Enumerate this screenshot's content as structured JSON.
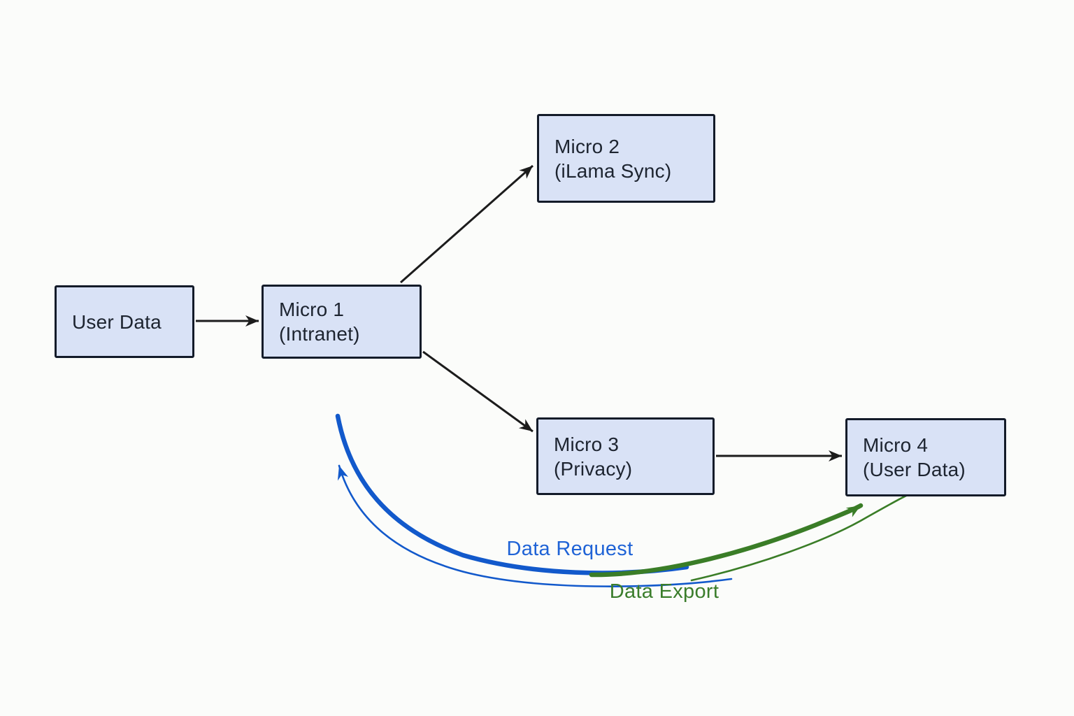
{
  "diagram": {
    "type": "microservices-flow",
    "nodes": {
      "user_data": {
        "line1": "User Data",
        "line2": ""
      },
      "micro1": {
        "line1": "Micro 1",
        "line2": "(Intranet)"
      },
      "micro2": {
        "line1": "Micro 2",
        "line2": "(iLama Sync)"
      },
      "micro3": {
        "line1": "Micro 3",
        "line2": "(Privacy)"
      },
      "micro4": {
        "line1": "Micro 4",
        "line2": "(User Data)"
      }
    },
    "edges": [
      {
        "from": "User Data",
        "to": "Micro 1 (Intranet)",
        "style": "straight-arrow",
        "color": "#1c1c1c"
      },
      {
        "from": "Micro 1 (Intranet)",
        "to": "Micro 2 (iLama Sync)",
        "style": "straight-arrow",
        "color": "#1c1c1c"
      },
      {
        "from": "Micro 1 (Intranet)",
        "to": "Micro 3 (Privacy)",
        "style": "straight-arrow",
        "color": "#1c1c1c"
      },
      {
        "from": "Micro 3 (Privacy)",
        "to": "Micro 4 (User Data)",
        "style": "straight-arrow",
        "color": "#1c1c1c"
      },
      {
        "from": "Micro 4 (User Data)",
        "to": "Micro 1 (Intranet)",
        "label": "Data Request",
        "style": "curved-arrow",
        "color": "#1259cb"
      },
      {
        "from": "Micro 3 (Privacy)",
        "to": "Micro 4 (User Data)",
        "label": "Data Export",
        "style": "curved-arrow",
        "color": "#3a7d27"
      }
    ],
    "labels": {
      "request": "Data Request",
      "export": "Data Export"
    },
    "colors": {
      "background": "#fbfcfa",
      "node_fill": "#d9e2f6",
      "node_border": "#131b29",
      "node_text": "#1d2430",
      "arrow": "#1c1c1c",
      "request": "#1259cb",
      "request_text": "#1f63d6",
      "export": "#3a7d27",
      "export_text": "#3a7d2b"
    }
  }
}
